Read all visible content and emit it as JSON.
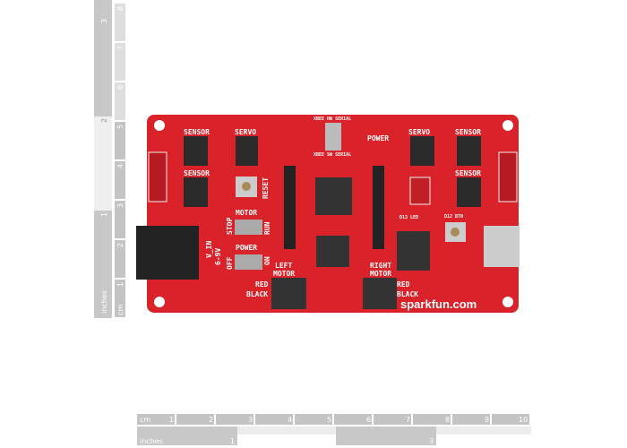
{
  "colors": {
    "board": "#d9222a",
    "ruler_dark": "#c4c4c4",
    "ruler_light": "#dedede",
    "header": "#2a2a2a",
    "chip": "#333333"
  },
  "ruler_bottom": {
    "cm_label": "cm",
    "cm_ticks": [
      "1",
      "2",
      "3",
      "4",
      "5",
      "6",
      "7",
      "8",
      "9",
      "10"
    ],
    "inch_label": "inches",
    "inch_ticks": [
      "1",
      "3"
    ]
  },
  "ruler_left": {
    "cm_label": "cm",
    "cm_ticks": [
      "1",
      "2",
      "3",
      "4",
      "5",
      "6",
      "7",
      "8"
    ],
    "inch_label": "inches",
    "inch_ticks": [
      "1",
      "2",
      "3"
    ]
  },
  "board": {
    "sensor_tl": "SENSOR",
    "servo_l": "SERVO",
    "sensor_ml": "SENSOR",
    "servo_r": "SERVO",
    "sensor_tr": "SENSOR",
    "sensor_mr": "SENSOR",
    "reset": "RESET",
    "motor": "MOTOR",
    "stop": "STOP",
    "run": "RUN",
    "power_sw": "POWER",
    "off": "OFF",
    "on": "ON",
    "vin": "V_IN",
    "vin_range": "6-9V",
    "power_led": "POWER",
    "xbee_hw": "XBEE HW SERIAL",
    "xbee_sw": "XBEE SW SERIAL",
    "left_motor_1": "LEFT",
    "left_motor_2": "MOTOR",
    "right_motor_1": "RIGHT",
    "right_motor_2": "MOTOR",
    "red_l": "RED",
    "black_l": "BLACK",
    "red_r": "RED",
    "black_r": "BLACK",
    "d13": "D13 LED",
    "d12": "D12 BTN",
    "brand": "sparkfun.com"
  }
}
